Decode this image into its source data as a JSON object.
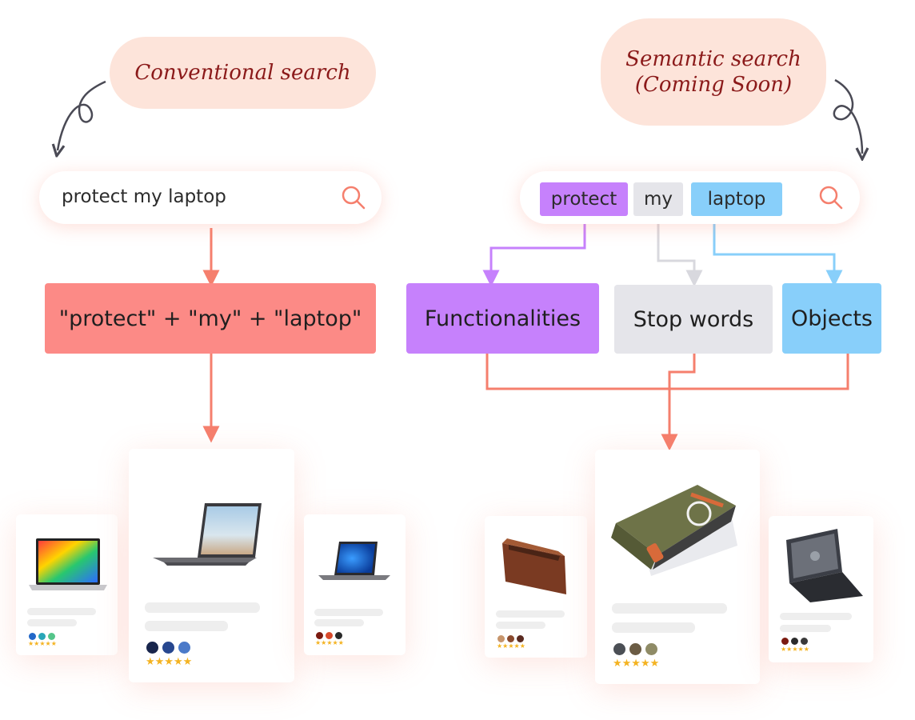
{
  "left": {
    "label": "Conventional search",
    "query": "protect my laptop",
    "tokens_box": "\"protect\" + \"my\" + \"laptop\""
  },
  "right": {
    "label_line1": "Semantic search",
    "label_line2": "(Coming Soon)",
    "chips": [
      "protect",
      "my",
      "laptop"
    ],
    "categories": [
      "Functionalities",
      "Stop words",
      "Objects"
    ]
  },
  "colors": {
    "bubble": "#fde4da",
    "bubble_text": "#8b1a1a",
    "red_box": "#fc8a86",
    "purple": "#c681fc",
    "gray": "#e5e5ea",
    "blue": "#88cffa",
    "arrow": "#f57f6d",
    "star": "#f4b321"
  },
  "products": {
    "left": [
      "laptop",
      "laptop",
      "laptop"
    ],
    "right": [
      "laptop-sleeve",
      "laptop-sleeve",
      "laptop-hard-case"
    ]
  },
  "stars_text": "★★★★★"
}
